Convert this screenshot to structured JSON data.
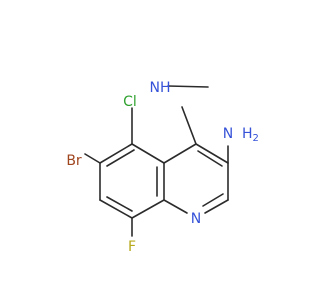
{
  "molecule": {
    "atoms": {
      "br": "Br",
      "cl": "Cl",
      "f": "F",
      "nh_methyl": "NH",
      "nh2_n": "N",
      "nh2_h2": "H",
      "ring_n": "N"
    },
    "colors": {
      "bond": "#2b2b2b",
      "carbon_label": "#3d3d3d",
      "nitrogen": "#3552d8",
      "chlorine": "#2fa12f",
      "bromine": "#a0461f",
      "fluorine": "#b7a81b"
    }
  }
}
